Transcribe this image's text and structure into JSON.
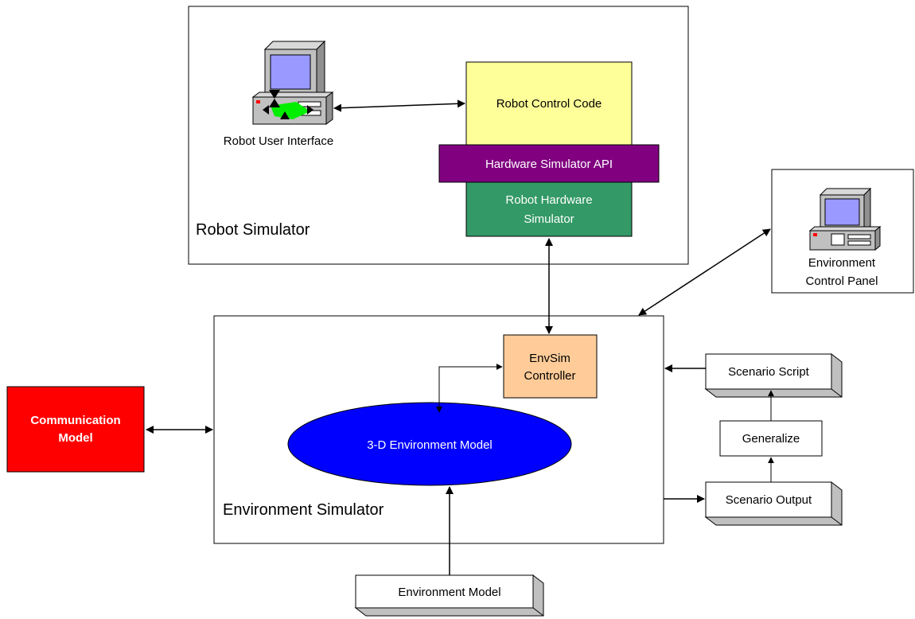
{
  "robot_simulator": {
    "title": "Robot Simulator",
    "user_interface_label": "Robot User Interface",
    "control_code": "Robot Control Code",
    "hw_api": "Hardware Simulator API",
    "hw_sim_line1": "Robot Hardware",
    "hw_sim_line2": "Simulator"
  },
  "env_panel": {
    "line1": "Environment",
    "line2": "Control Panel"
  },
  "env_simulator": {
    "title": "Environment Simulator",
    "controller_line1": "EnvSim",
    "controller_line2": "Controller",
    "model_3d": "3-D Environment Model"
  },
  "communication_model": {
    "line1": "Communication",
    "line2": "Model"
  },
  "scenario": {
    "script": "Scenario Script",
    "generalize": "Generalize",
    "output": "Scenario Output"
  },
  "environment_model": "Environment Model",
  "colors": {
    "control_code": "#FFFF99",
    "hw_api": "#800080",
    "hw_sim": "#339966",
    "controller": "#FFCC99",
    "model_3d": "#0000FF",
    "communication": "#FF0000",
    "shadow": "#C0C0C0"
  }
}
